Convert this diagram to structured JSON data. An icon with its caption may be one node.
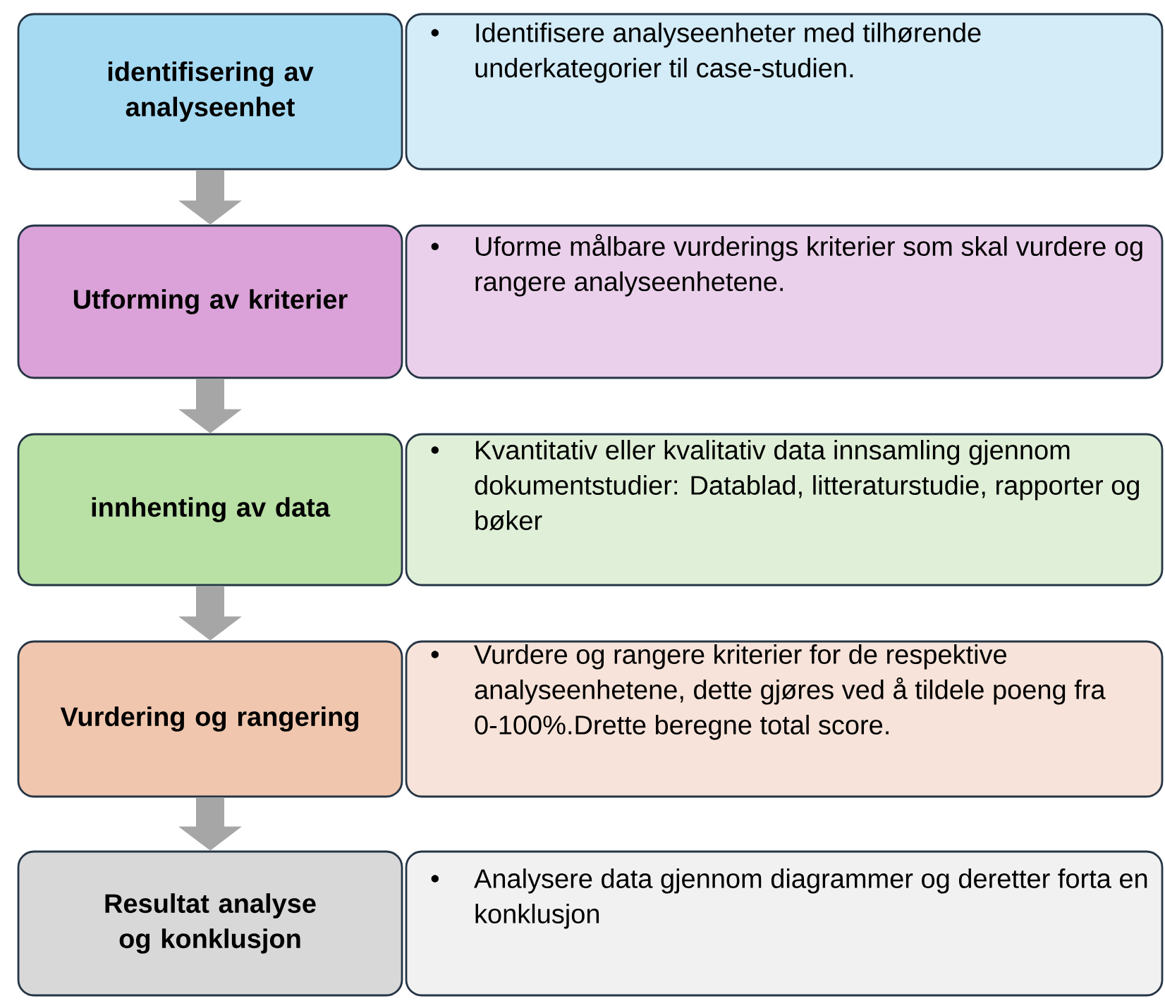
{
  "diagram": {
    "nodes": [
      {
        "text": [
          "identifisering av analyseenhet"
        ]
      },
      {
        "text": [
          "Identifisere analyseenheter med tilhørende underkategorier til case-studien."
        ]
      },
      {
        "text": [
          "Utforming av kriterier"
        ]
      },
      {
        "text": [
          "Uforme målbare vurderings kriterier som skal vurdere og rangere analyseenhetene."
        ]
      },
      {
        "text": [
          "innhenting av data"
        ]
      },
      {
        "text": [
          "Kvantitativ eller kvalitativ data innsamling gjennom dokumentstudier: Datablad, litteraturstudie, rapporter og bøker"
        ]
      },
      {
        "text": [
          "Vurdering og rangering"
        ]
      },
      {
        "text": [
          "Vurdere og rangere kriterier for de respektive analyseenhetene, dette gjøres ved å tildele poeng fra 0-100%.Drette beregne total score."
        ]
      },
      {
        "text": [
          "Resultat analyse og konklusjon"
        ]
      },
      {
        "text": [
          "Analysere data gjennom diagrammer og deretter forta en konklusjon"
        ]
      }
    ],
    "edges": [
      {
        "from": 0,
        "to": 2,
        "arrow": "to"
      },
      {
        "from": 2,
        "to": 4,
        "arrow": "to"
      },
      {
        "from": 4,
        "to": 6,
        "arrow": "to"
      },
      {
        "from": 6,
        "to": 8,
        "arrow": "to"
      }
    ]
  }
}
